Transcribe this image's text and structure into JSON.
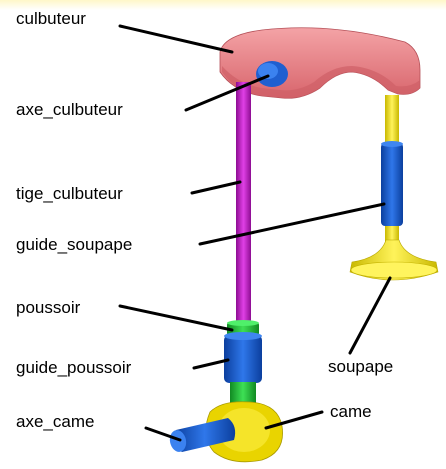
{
  "labels": {
    "culbuteur": "culbuteur",
    "axe_culbuteur": "axe_culbuteur",
    "tige_culbuteur": "tige_culbuteur",
    "guide_soupape": "guide_soupape",
    "poussoir": "poussoir",
    "guide_poussoir": "guide_poussoir",
    "soupape": "soupape",
    "axe_came": "axe_came",
    "came": "came"
  },
  "colors": {
    "culbuteur": "#e8858a",
    "axe": "#1f5fd0",
    "tige": "#c020c8",
    "guide": "#1f5fd0",
    "soupape": "#f2e21a",
    "poussoir": "#22c43a",
    "came": "#f2e21a",
    "leader": "#000000"
  }
}
